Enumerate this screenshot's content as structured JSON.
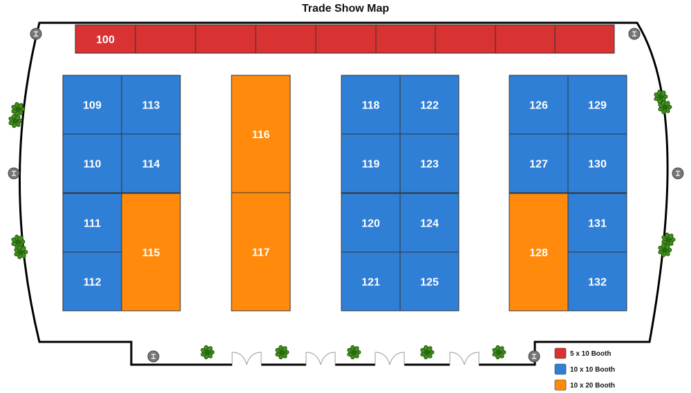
{
  "title": "Trade Show Map",
  "colors": {
    "small": "#d93232",
    "medium": "#2f7fd6",
    "large": "#ff8a0c",
    "outline": "#000000",
    "plant": "#3f8f1a"
  },
  "legend": [
    {
      "label": "5 x 10 Booth",
      "type": "small"
    },
    {
      "label": "10 x 10 Booth",
      "type": "medium"
    },
    {
      "label": "10 x 20 Booth",
      "type": "large"
    }
  ],
  "booths": [
    {
      "id": "100",
      "type": "small"
    },
    {
      "id": "",
      "type": "small"
    },
    {
      "id": "",
      "type": "small"
    },
    {
      "id": "",
      "type": "small"
    },
    {
      "id": "",
      "type": "small"
    },
    {
      "id": "",
      "type": "small"
    },
    {
      "id": "",
      "type": "small"
    },
    {
      "id": "",
      "type": "small"
    },
    {
      "id": "",
      "type": "small"
    },
    {
      "id": "109",
      "type": "medium"
    },
    {
      "id": "110",
      "type": "medium"
    },
    {
      "id": "111",
      "type": "medium"
    },
    {
      "id": "112",
      "type": "medium"
    },
    {
      "id": "113",
      "type": "medium"
    },
    {
      "id": "114",
      "type": "medium"
    },
    {
      "id": "115",
      "type": "large"
    },
    {
      "id": "116",
      "type": "large"
    },
    {
      "id": "117",
      "type": "large"
    },
    {
      "id": "118",
      "type": "medium"
    },
    {
      "id": "119",
      "type": "medium"
    },
    {
      "id": "120",
      "type": "medium"
    },
    {
      "id": "121",
      "type": "medium"
    },
    {
      "id": "122",
      "type": "medium"
    },
    {
      "id": "123",
      "type": "medium"
    },
    {
      "id": "124",
      "type": "medium"
    },
    {
      "id": "125",
      "type": "medium"
    },
    {
      "id": "126",
      "type": "medium"
    },
    {
      "id": "127",
      "type": "medium"
    },
    {
      "id": "128",
      "type": "large"
    },
    {
      "id": "129",
      "type": "medium"
    },
    {
      "id": "130",
      "type": "medium"
    },
    {
      "id": "131",
      "type": "medium"
    },
    {
      "id": "132",
      "type": "medium"
    }
  ]
}
